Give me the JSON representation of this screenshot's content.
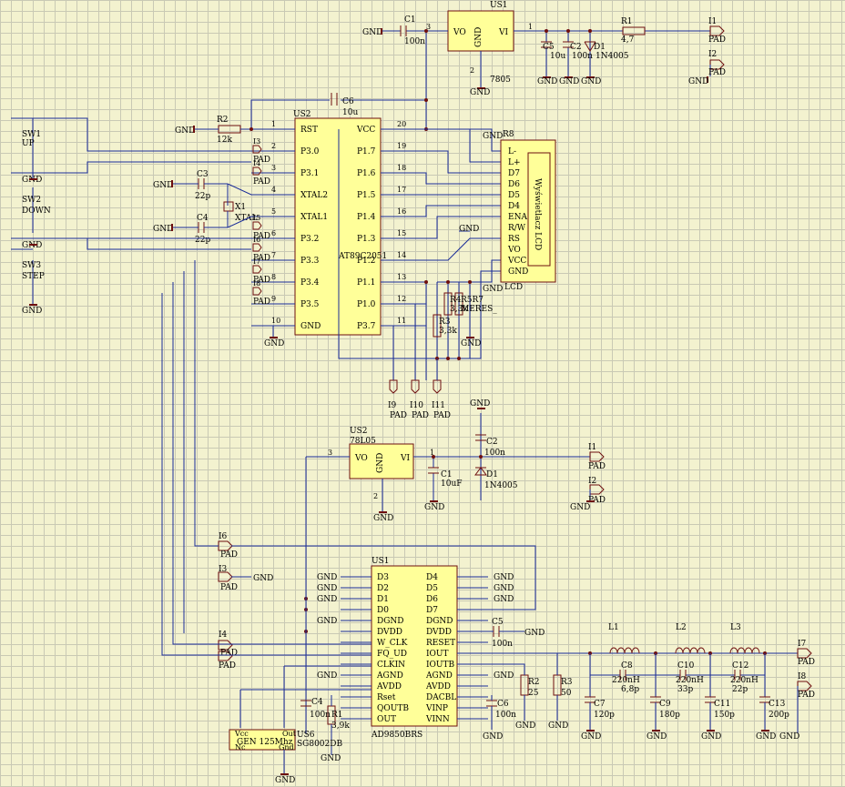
{
  "colors": {
    "background": "#f3f2cf",
    "grid": "#c9c9b4",
    "wire": "#1a2c98",
    "part": "#6e0f0f",
    "chip_fill": "#ffff99"
  },
  "common": {
    "gnd": "GND",
    "pad": "PAD",
    "vcc": "Vcc",
    "out": "Out",
    "gnd_small": "Gnd",
    "nc": "Nc"
  },
  "reg1": {
    "ref": "US1",
    "type": "7805",
    "vo": "VO",
    "gnd": "GND",
    "vi": "VI",
    "pin1": "1",
    "pin2": "2",
    "pin3": "3"
  },
  "reg2": {
    "ref": "US2",
    "type": "78L05",
    "vo": "VO",
    "gnd": "GND",
    "vi": "VI",
    "pin1": "1",
    "pin2": "2",
    "pin3": "3"
  },
  "mcu": {
    "ref": "US2",
    "part": "AT89C2051",
    "left_pins": [
      {
        "num": "1",
        "name": "RST"
      },
      {
        "num": "2",
        "name": "P3.0"
      },
      {
        "num": "3",
        "name": "P3.1"
      },
      {
        "num": "4",
        "name": "XTAL2"
      },
      {
        "num": "5",
        "name": "XTAL1"
      },
      {
        "num": "6",
        "name": "P3.2"
      },
      {
        "num": "7",
        "name": "P3.3"
      },
      {
        "num": "8",
        "name": "P3.4"
      },
      {
        "num": "9",
        "name": "P3.5"
      },
      {
        "num": "10",
        "name": "GND"
      }
    ],
    "right_pins": [
      {
        "num": "20",
        "name": "VCC"
      },
      {
        "num": "19",
        "name": "P1.7"
      },
      {
        "num": "18",
        "name": "P1.6"
      },
      {
        "num": "17",
        "name": "P1.5"
      },
      {
        "num": "16",
        "name": "P1.4"
      },
      {
        "num": "15",
        "name": "P1.3"
      },
      {
        "num": "14",
        "name": "P1.2"
      },
      {
        "num": "13",
        "name": "P1.1"
      },
      {
        "num": "12",
        "name": "P1.0"
      },
      {
        "num": "11",
        "name": "P3.7"
      }
    ]
  },
  "lcd": {
    "ref": "R8",
    "name": "LCD",
    "title": "Wyświetlacz LCD",
    "pins": [
      "L-",
      "L+",
      "D7",
      "D6",
      "D5",
      "D4",
      "ENA",
      "R/W",
      "RS",
      "VO",
      "VCC",
      "GND"
    ]
  },
  "dds": {
    "ref": "US1",
    "part": "AD9850BRS",
    "left_pins": [
      "D3",
      "D2",
      "D1",
      "D0",
      "DGND",
      "DVDD",
      "W_CLK",
      "FQ_UD",
      "CLKIN",
      "AGND",
      "AVDD",
      "Rset",
      "QOUTB",
      "OUT"
    ],
    "right_pins": [
      "D4",
      "D5",
      "D6",
      "D7",
      "DGND",
      "DVDD",
      "RESET",
      "IOUT",
      "IOUTB",
      "AGND",
      "AVDD",
      "DACBL",
      "VINP",
      "VINN"
    ]
  },
  "osc": {
    "line1": "GEN 125Mhz",
    "ref": "US6",
    "part": "SG8002DB"
  },
  "switches": [
    {
      "ref": "SW1",
      "label": "UP"
    },
    {
      "ref": "SW2",
      "label": "DOWN"
    },
    {
      "ref": "SW3",
      "label": "STEP"
    }
  ],
  "parts": {
    "c1_top": {
      "ref": "C1",
      "val": "100n"
    },
    "c5_top": {
      "ref": "C5",
      "val": "10u"
    },
    "c2_top": {
      "ref": "C2",
      "val": "100n"
    },
    "d1_top": {
      "ref": "D1",
      "val": "1N4005"
    },
    "r1_top": {
      "ref": "R1",
      "val": "4,7"
    },
    "c6_top": {
      "ref": "C6",
      "val": "10u"
    },
    "r2_top": {
      "ref": "R2",
      "val": "12k"
    },
    "c3_top": {
      "ref": "C3",
      "val": "22p"
    },
    "c4_top": {
      "ref": "C4",
      "val": "22p"
    },
    "x1": {
      "ref": "X1",
      "val": "XTAL"
    },
    "r3_top": {
      "ref": "R3",
      "val": "3,3k"
    },
    "r4_top": {
      "ref": "R4",
      "val": "3,3k"
    },
    "r5r7": {
      "ref": "R5R7",
      "val": "MERES_"
    },
    "c1_mid": {
      "ref": "C1",
      "val": "10uF"
    },
    "c2_mid": {
      "ref": "C2",
      "val": "100n"
    },
    "d1_mid": {
      "ref": "D1",
      "val": "1N4005"
    },
    "c5_low": {
      "ref": "C5",
      "val": "100n"
    },
    "c4_low": {
      "ref": "C4",
      "val": "100n"
    },
    "r1_low": {
      "ref": "R1",
      "val": "3,9k"
    },
    "c6_low": {
      "ref": "C6",
      "val": "100n"
    },
    "r2_low": {
      "ref": "R2",
      "val": "25"
    },
    "r3_low": {
      "ref": "R3",
      "val": "50"
    },
    "c7": {
      "ref": "C7",
      "val": "120p"
    },
    "c8": {
      "ref": "C8",
      "val": "6,8p"
    },
    "c9": {
      "ref": "C9",
      "val": "180p"
    },
    "c10": {
      "ref": "C10",
      "val": "33p"
    },
    "c11": {
      "ref": "C11",
      "val": "150p"
    },
    "c12": {
      "ref": "C12",
      "val": "22p"
    },
    "c13": {
      "ref": "C13",
      "val": "200p"
    },
    "l1": {
      "ref": "L1",
      "val": "220nH"
    },
    "l2": {
      "ref": "L2",
      "val": "220nH"
    },
    "l3": {
      "ref": "L3",
      "val": "220nH"
    }
  },
  "pads": {
    "I1": "I1",
    "I2": "I2",
    "I3": "I3",
    "I4": "I4",
    "I5": "I5",
    "I6": "I6",
    "I7": "I7",
    "I8": "I8",
    "I9": "I9",
    "I10": "I10",
    "I11": "I11"
  },
  "net_nums": {
    "n1": "1",
    "n2": "2",
    "n3": "3",
    "n4": "4",
    "n5": "5",
    "n6": "6",
    "n7": "7",
    "n8": "8",
    "n9": "9",
    "n10": "10",
    "n11": "11",
    "n12": "12",
    "n13": "13",
    "n14": "14",
    "n15": "15",
    "n16": "16",
    "n17": "17",
    "n18": "18",
    "n19": "19",
    "n20": "20"
  }
}
